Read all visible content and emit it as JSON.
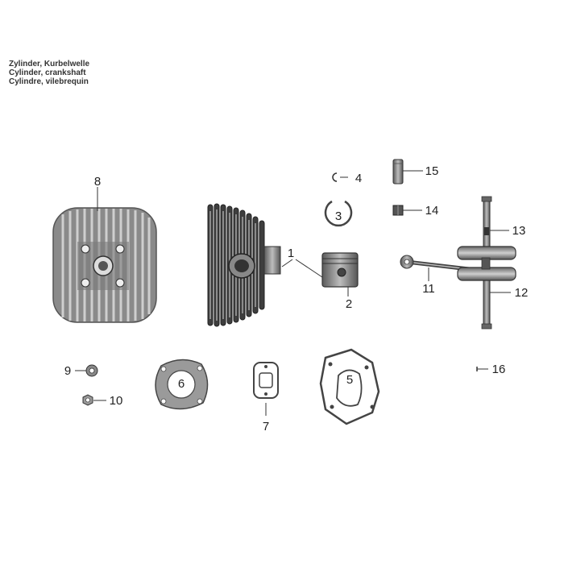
{
  "titles": [
    "Zylinder, Kurbelwelle",
    "Cylinder, crankshaft",
    "Cylindre, vilebrequin"
  ],
  "callouts": [
    "1",
    "2",
    "3",
    "4",
    "5",
    "6",
    "7",
    "8",
    "9",
    "10",
    "11",
    "12",
    "13",
    "14",
    "15",
    "16"
  ],
  "parts": [
    {
      "id": "cylinder-head",
      "callout": "8"
    },
    {
      "id": "cylinder",
      "callout": "1"
    },
    {
      "id": "piston",
      "callout": "2"
    },
    {
      "id": "piston-ring",
      "callout": "3"
    },
    {
      "id": "circlip",
      "callout": "4"
    },
    {
      "id": "crankcase-gasket",
      "callout": "5"
    },
    {
      "id": "head-gasket",
      "callout": "6"
    },
    {
      "id": "exhaust-gasket",
      "callout": "7"
    },
    {
      "id": "washer",
      "callout": "9"
    },
    {
      "id": "nut",
      "callout": "10"
    },
    {
      "id": "connecting-rod",
      "callout": "11"
    },
    {
      "id": "crankshaft",
      "callout": "12"
    },
    {
      "id": "key",
      "callout": "13"
    },
    {
      "id": "needle-bearing",
      "callout": "14"
    },
    {
      "id": "piston-pin",
      "callout": "15"
    },
    {
      "id": "pin",
      "callout": "16"
    }
  ]
}
